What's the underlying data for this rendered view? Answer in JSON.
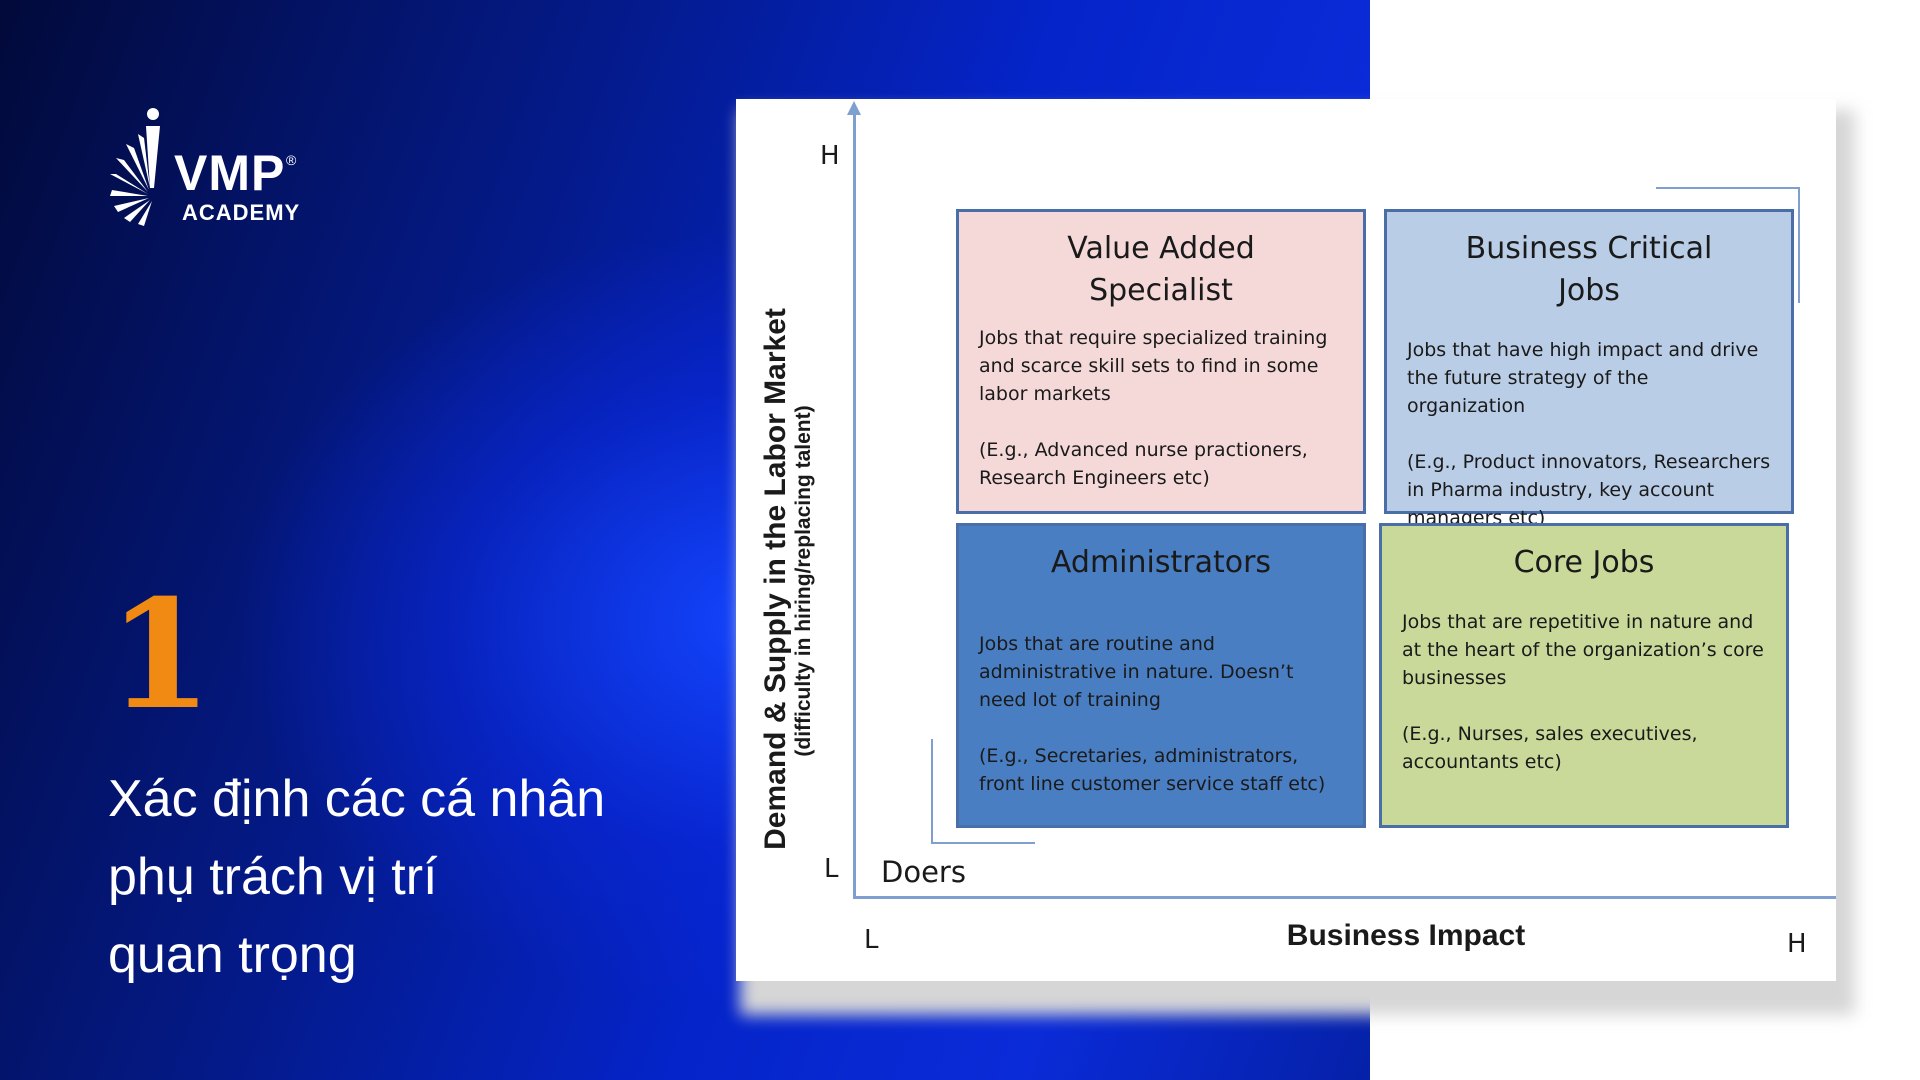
{
  "brand": {
    "name": "VMP",
    "reg": "®",
    "sub": "ACADEMY"
  },
  "step": {
    "number": "1",
    "title_line1": "Xác định các cá nhân",
    "title_line2": "phụ trách vị trí",
    "title_line3": "quan trọng"
  },
  "colors": {
    "accent_orange": "#f08a12",
    "background_blue": "#0524c9",
    "axis": "#7f9fd0",
    "value_added": "#f5d9d9",
    "business_critical": "#b9cde6",
    "administrators": "#4a7ec3",
    "core_jobs": "#c8d99a"
  },
  "diagram": {
    "y_axis_title": "Demand & Supply in the Labor Market",
    "y_axis_subtitle": "(difficulty in hiring/replacing talent)",
    "x_axis_title": "Business Impact",
    "y_high": "H",
    "y_low": "L",
    "x_low": "L",
    "x_high": "H",
    "corner_label": "Doers",
    "quadrants": {
      "value_added": {
        "title_line1": "Value Added",
        "title_line2": "Specialist",
        "description": "Jobs that require specialized training and scarce skill sets to find in some labor markets",
        "example": "(E.g., Advanced nurse practioners, Research Engineers etc)"
      },
      "business_critical": {
        "title_line1": "Business Critical",
        "title_line2": "Jobs",
        "description": "Jobs that have high impact and drive the future strategy of the organization",
        "example": "(E.g., Product innovators, Researchers in Pharma industry, key account managers etc)"
      },
      "administrators": {
        "title": "Administrators",
        "description": "Jobs that are routine and administrative in nature. Doesn’t need lot of training",
        "example": "(E.g., Secretaries, administrators, front line customer service staff etc)"
      },
      "core_jobs": {
        "title": "Core Jobs",
        "description": "Jobs that are repetitive in nature and at the heart of the organization’s core businesses",
        "example": "(E.g., Nurses, sales executives, accountants etc)"
      }
    }
  }
}
